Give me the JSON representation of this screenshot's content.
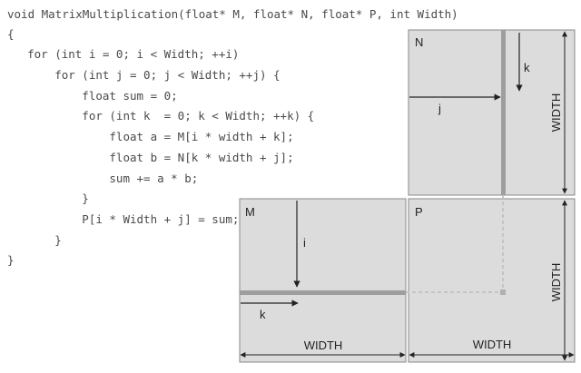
{
  "code": [
    "void MatrixMultiplication(float* M, float* N, float* P, int Width)",
    "{",
    "    for (int i = 0; i < Width; ++i)",
    "        for (int j = 0; j < Width; ++j) {",
    "            float sum = 0;",
    "            for (int k  = 0; k < Width; ++k) {",
    "                float a = M[i * width + k];",
    "                float b = N[k * width + j];",
    "                sum += a * b;",
    "            }",
    "            P[i * Width + j] = sum;",
    "        }",
    "}"
  ],
  "diagram": {
    "matrices": {
      "N": "N",
      "M": "M",
      "P": "P"
    },
    "indices": {
      "k_n": "k",
      "j_n": "j",
      "i_m": "i",
      "k_m": "k"
    },
    "dims": {
      "n_width": "WIDTH",
      "p_width_right": "WIDTH",
      "m_width": "WIDTH",
      "p_width_bottom": "WIDTH"
    },
    "colors": {
      "fill": "#dcdcdc",
      "stroke": "#888888",
      "band": "#9e9e9e",
      "dashed": "#bdbdbd"
    }
  }
}
